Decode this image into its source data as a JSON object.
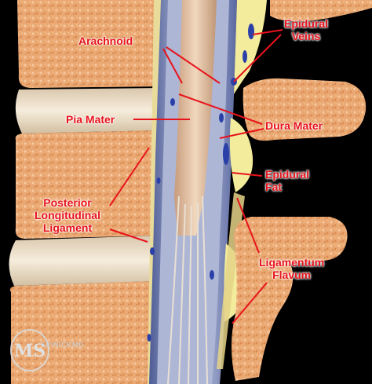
{
  "labels": {
    "epidural_veins": [
      "Epidural",
      "Veins"
    ],
    "arachnoid": "Arachnoid",
    "pia_mater": "Pia Mater",
    "dura_mater": "Dura Mater",
    "epidural_fat": [
      "Epidural",
      "Fat"
    ],
    "posterior_longitudinal_ligament": [
      "Posterior",
      "Longitudinal",
      "Ligament"
    ],
    "ligamentum_flavum": [
      "Ligamentum",
      "Flavum"
    ]
  },
  "watermark": {
    "monogram": "MS",
    "text": "SPINICKMD"
  },
  "colors": {
    "label": "#e8131b",
    "leader": "#e8131b",
    "bone": "#e9a56e",
    "disc": "#efe3cf",
    "fat": "#f2ec9c",
    "vein": "#2a3fa8",
    "dura": "#9aa5c9",
    "cord": "#e6c7a8",
    "background": "#000000"
  }
}
